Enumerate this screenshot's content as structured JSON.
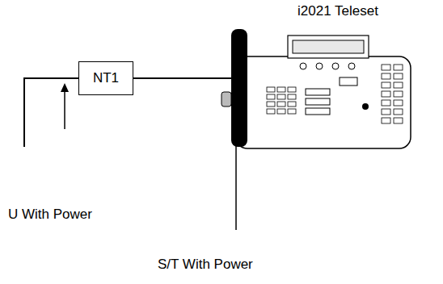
{
  "diagram": {
    "nodes": [
      {
        "text": [
          "NT1"
        ]
      },
      {
        "text": [
          "i2021 Teleset"
        ]
      }
    ],
    "edges": [
      {
        "from": 0,
        "to": 1,
        "arrow": "none"
      }
    ],
    "labels": [
      "U With Power",
      "S/T With Power"
    ]
  }
}
